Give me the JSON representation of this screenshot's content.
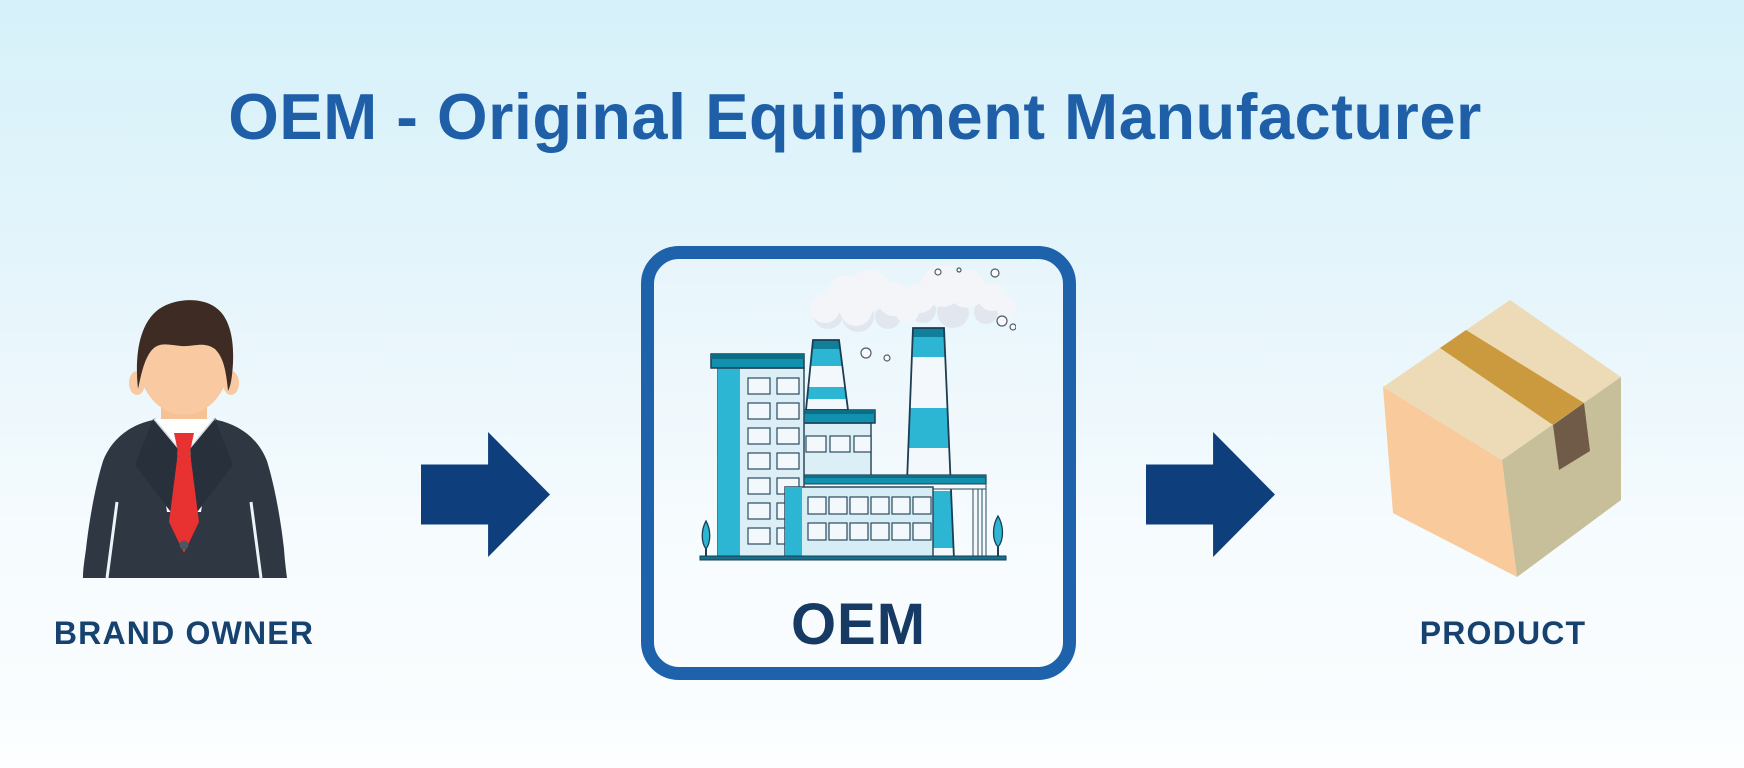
{
  "title": {
    "text": "OEM - Original Equipment Manufacturer"
  },
  "nodes": {
    "brand_owner": {
      "label": "BRAND OWNER",
      "icon": "businessman-icon"
    },
    "oem": {
      "label": "OEM",
      "icon": "factory-icon"
    },
    "product": {
      "label": "PRODUCT",
      "icon": "cardboard-box-icon"
    }
  },
  "flow": [
    "brand_owner",
    "oem",
    "product"
  ],
  "colors": {
    "title_color": "#1e5fa8",
    "label_color": "#16426f",
    "oem_label_color": "#163a63",
    "arrow_color": "#0e3e7c",
    "box_border_color": "#1d62ab",
    "background_top": "#d6f1fa",
    "background_bottom": "#fcfeff"
  },
  "illustrations": {
    "businessman": {
      "suit": "#2f3742",
      "lapel": "#28303b",
      "shirt": "#ffffff",
      "tie": "#e73231",
      "skin": "#f9c9a2",
      "neck_shadow": "#eeb084",
      "hair": "#3e2b24"
    },
    "factory": {
      "cyan": "#2cb6d4",
      "teal_dark": "#117e9a",
      "roof_edge": "#0c6d87",
      "wall_light": "#ddeff6",
      "window": "#f2f8fb",
      "outline": "#1d3d53",
      "smoke_front": "#f4f5f9",
      "smoke_back": "#e2e7ef",
      "ground": "#15708c"
    },
    "cardboard_box": {
      "top_face": "#ecdbb6",
      "left_face": "#f8ca9c",
      "right_face": "#c6bf99",
      "tape": "#cb9a3e",
      "tape_flap": "#6f5b48"
    }
  }
}
